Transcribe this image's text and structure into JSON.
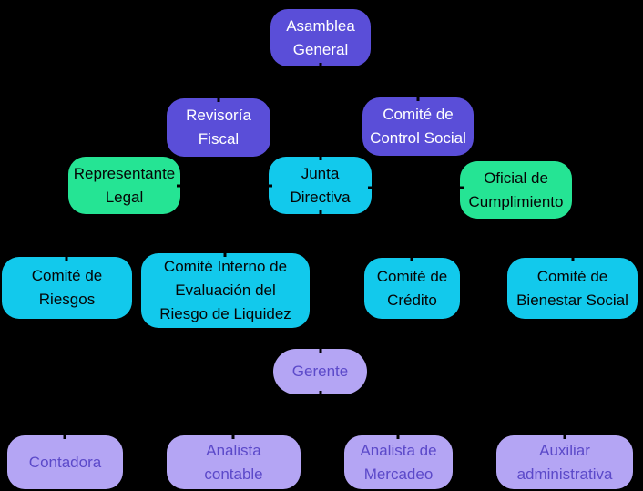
{
  "diagram": {
    "type": "org-chart",
    "background": "#000000",
    "palette": {
      "top_level_fill": "#5a4ed8",
      "top_level_text": "#ffffff",
      "staff_fill_green": "#25e494",
      "committee_fill_cyan": "#12c9ec",
      "operative_fill_lavender": "#b4a5f4",
      "operative_text": "#5b49c9",
      "body_text_dark": "#050505",
      "connector_color": "#000000"
    },
    "nodes": {
      "asamblea_general": {
        "label": "Asamblea\nGeneral",
        "fill": "#5a4ed8",
        "text": "#ffffff"
      },
      "revisoria_fiscal": {
        "label": "Revisoría\nFiscal",
        "fill": "#5a4ed8",
        "text": "#ffffff"
      },
      "comite_control_social": {
        "label": "Comité de\nControl Social",
        "fill": "#5a4ed8",
        "text": "#ffffff"
      },
      "representante_legal": {
        "label": "Representante\nLegal",
        "fill": "#25e494",
        "text": "#050505"
      },
      "junta_directiva": {
        "label": "Junta\nDirectiva",
        "fill": "#12c9ec",
        "text": "#050505"
      },
      "oficial_cumplimiento": {
        "label": "Oficial de\nCumplimiento",
        "fill": "#25e494",
        "text": "#050505"
      },
      "comite_riesgos": {
        "label": "Comité de\nRiesgos",
        "fill": "#12c9ec",
        "text": "#050505"
      },
      "comite_interno_liquidez": {
        "label": "Comité Interno de\nEvaluación del\nRiesgo de Liquidez",
        "fill": "#12c9ec",
        "text": "#050505"
      },
      "comite_credito": {
        "label": "Comité de\nCrédito",
        "fill": "#12c9ec",
        "text": "#050505"
      },
      "comite_bienestar": {
        "label": "Comité de\nBienestar Social",
        "fill": "#12c9ec",
        "text": "#050505"
      },
      "gerente": {
        "label": "Gerente",
        "fill": "#b4a5f4",
        "text": "#5b49c9"
      },
      "contadora": {
        "label": "Contadora",
        "fill": "#b4a5f4",
        "text": "#5b49c9"
      },
      "analista_contable": {
        "label": "Analista\ncontable",
        "fill": "#b4a5f4",
        "text": "#5b49c9"
      },
      "analista_mercadeo": {
        "label": "Analista de\nMercadeo",
        "fill": "#b4a5f4",
        "text": "#5b49c9"
      },
      "auxiliar_administrativa": {
        "label": "Auxiliar\nadministrativa",
        "fill": "#b4a5f4",
        "text": "#5b49c9"
      }
    },
    "edges": [
      {
        "from": "asamblea_general",
        "to": "revisoria_fiscal"
      },
      {
        "from": "asamblea_general",
        "to": "comite_control_social"
      },
      {
        "from": "asamblea_general",
        "to": "junta_directiva"
      },
      {
        "from": "junta_directiva",
        "to": "representante_legal"
      },
      {
        "from": "junta_directiva",
        "to": "oficial_cumplimiento"
      },
      {
        "from": "junta_directiva",
        "to": "comite_riesgos"
      },
      {
        "from": "junta_directiva",
        "to": "comite_interno_liquidez"
      },
      {
        "from": "junta_directiva",
        "to": "comite_credito"
      },
      {
        "from": "junta_directiva",
        "to": "comite_bienestar"
      },
      {
        "from": "junta_directiva",
        "to": "gerente"
      },
      {
        "from": "gerente",
        "to": "contadora"
      },
      {
        "from": "gerente",
        "to": "analista_contable"
      },
      {
        "from": "gerente",
        "to": "analista_mercadeo"
      },
      {
        "from": "gerente",
        "to": "auxiliar_administrativa"
      }
    ]
  }
}
